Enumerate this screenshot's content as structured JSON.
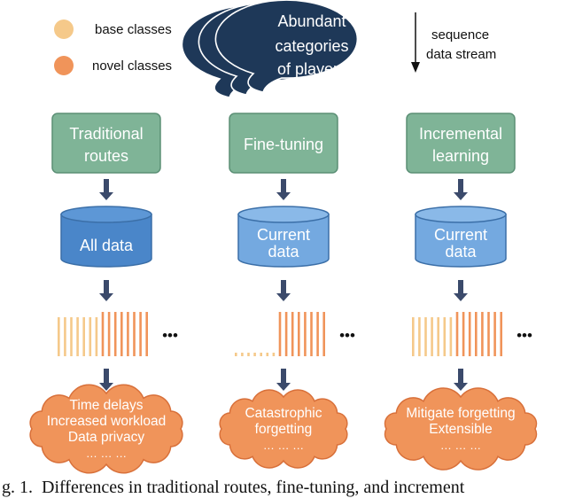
{
  "legend": {
    "base_label": "base classes",
    "novel_label": "novel classes"
  },
  "bubble": {
    "lines": [
      "Abundant",
      "categories",
      "of players"
    ]
  },
  "stream": {
    "lines": [
      "sequence",
      "data stream"
    ]
  },
  "columns": [
    {
      "method_lines": [
        "Traditional",
        "routes"
      ],
      "db_lines": [
        "All data"
      ],
      "bars": {
        "base_count": 7,
        "novel_count": 8,
        "base_faded": false
      },
      "cloud_lines": [
        "Time delays",
        "Increased workload",
        "Data privacy",
        "… … …"
      ]
    },
    {
      "method_lines": [
        "Fine-tuning"
      ],
      "db_lines": [
        "Current",
        "data"
      ],
      "bars": {
        "base_count": 7,
        "novel_count": 8,
        "base_faded": true
      },
      "cloud_lines": [
        "Catastrophic",
        "forgetting",
        "… … …"
      ]
    },
    {
      "method_lines": [
        "Incremental",
        "learning"
      ],
      "db_lines": [
        "Current",
        "data"
      ],
      "bars": {
        "base_count": 7,
        "novel_count": 8,
        "base_faded": false
      },
      "cloud_lines": [
        "Mitigate forgetting",
        "Extensible",
        "… … …"
      ]
    }
  ],
  "ellipsis": "•••",
  "caption": "g. 1.  Differences in traditional routes, fine-tuning, and increment",
  "colors": {
    "base": "#f5c98a",
    "novel": "#f0945a",
    "method_fill": "#7fb497",
    "method_stroke": "#5b8f75",
    "db_dark": "#4a86c9",
    "db_light": "#74a9e0",
    "db_stroke": "#3b6fa8",
    "cloud_fill": "#f0945a",
    "cloud_stroke": "#d8703a",
    "arrow": "#3b4a6b",
    "bubble": "#1e3858"
  }
}
